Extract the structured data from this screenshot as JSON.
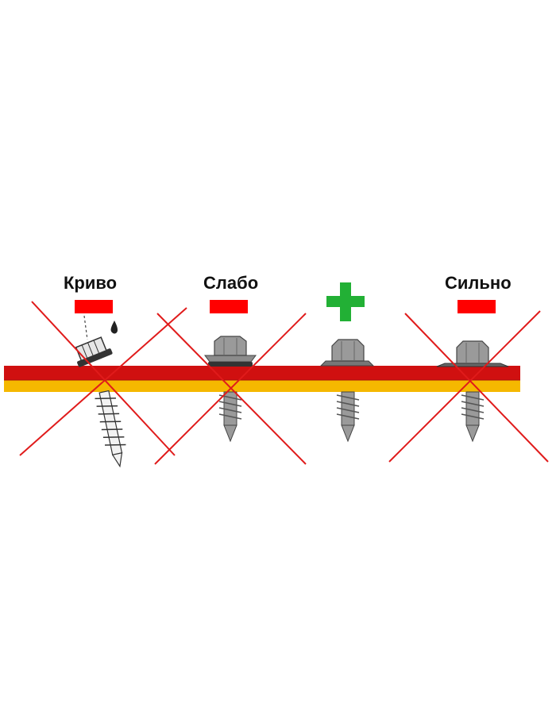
{
  "diagram": {
    "cases": [
      {
        "id": "krivo",
        "label": "Криво",
        "verdict": "wrong"
      },
      {
        "id": "slabo",
        "label": "Слабо",
        "verdict": "wrong"
      },
      {
        "id": "correct",
        "label": "",
        "verdict": "correct"
      },
      {
        "id": "silno",
        "label": "Сильно",
        "verdict": "wrong"
      }
    ],
    "colors": {
      "roof_top": "#d01010",
      "roof_bottom": "#f5b800",
      "wrong_mark": "#ff0000",
      "correct_mark": "#22b035",
      "cross_line": "#e01b1b",
      "screw_metal": "#8c8c8c",
      "washer_dark": "#333333"
    },
    "icons": [
      "wrong-bar-icon",
      "green-plus-icon",
      "red-cross-icon",
      "drip-icon"
    ]
  }
}
